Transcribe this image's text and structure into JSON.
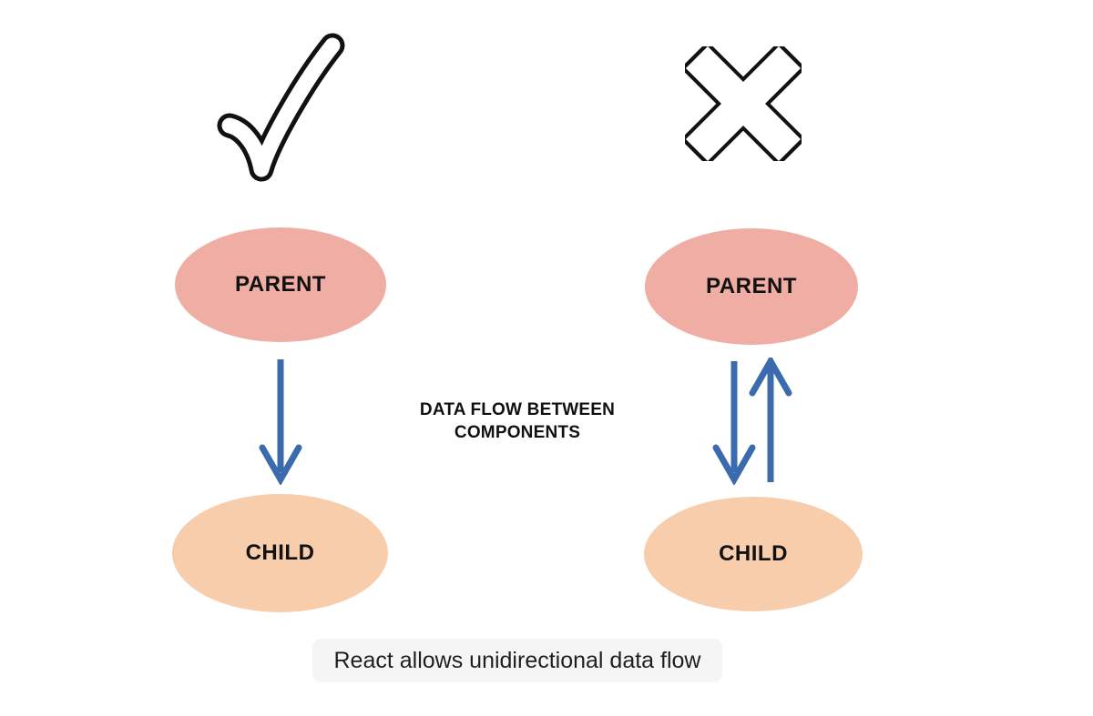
{
  "diagram": {
    "title_hidden": "",
    "left_group": {
      "icon": "check-icon",
      "parent_label": "PARENT",
      "child_label": "CHILD",
      "flow": "unidirectional"
    },
    "right_group": {
      "icon": "cross-icon",
      "parent_label": "PARENT",
      "child_label": "CHILD",
      "flow": "bidirectional"
    },
    "center_label": {
      "line1": "DATA FLOW BETWEEN",
      "line2": "COMPONENTS"
    },
    "caption": "React allows unidirectional data flow",
    "colors": {
      "parent_fill": "#F0ADA3",
      "child_fill": "#F8CDAB",
      "arrow": "#3B6BAE",
      "outline": "#111111",
      "icon_fill": "#FFFFFF",
      "caption_bg": "#F5F5F5"
    }
  }
}
